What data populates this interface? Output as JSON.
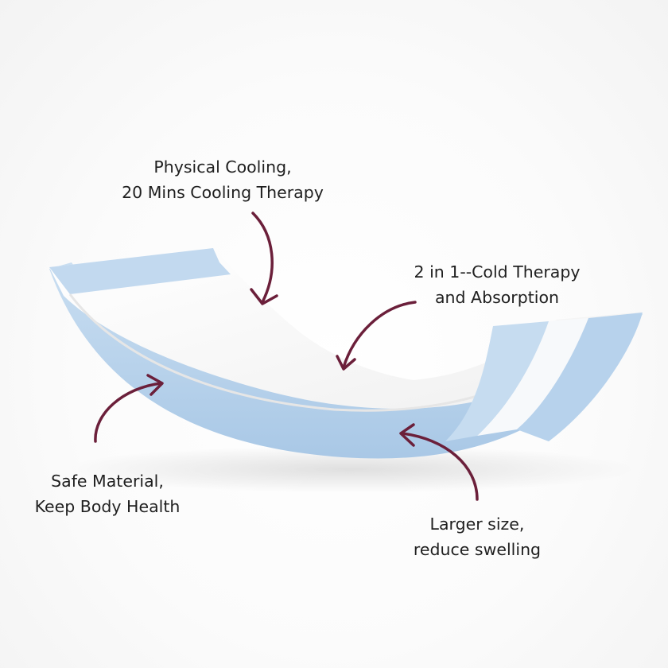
{
  "annotations": {
    "top": {
      "line1": "Physical Cooling,",
      "line2": "20 Mins Cooling Therapy"
    },
    "right": {
      "line1": "2 in 1--Cold Therapy",
      "line2": "and Absorption"
    },
    "left": {
      "line1": "Safe Material,",
      "line2": "Keep Body Health"
    },
    "bottom": {
      "line1": "Larger size,",
      "line2": "reduce swelling"
    }
  },
  "colors": {
    "arrow": "#6b1f3a",
    "pad_blue": "#bcd6ee",
    "pad_white": "#ffffff"
  },
  "icons": [
    "arrow-icon"
  ]
}
